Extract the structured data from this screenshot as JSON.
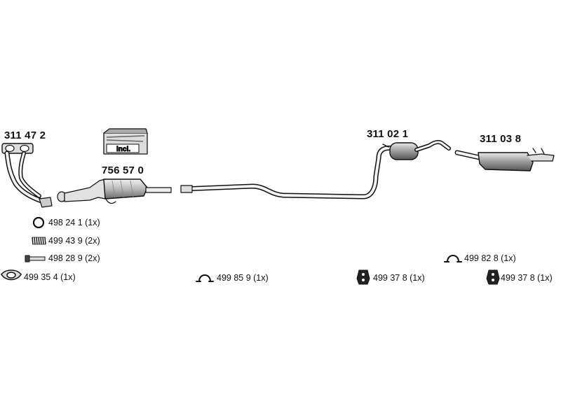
{
  "parts": {
    "manifold": {
      "number": "311 47 2"
    },
    "catalyst": {
      "number": "756 57 0",
      "kit_label": "incl."
    },
    "center_muffler": {
      "number": "311 02 1"
    },
    "rear_muffler": {
      "number": "311 03 8"
    }
  },
  "accessories": [
    {
      "code": "498 24 1 (1x)",
      "icon": "ring-gasket-icon"
    },
    {
      "code": "499 43 9 (2x)",
      "icon": "spring-icon"
    },
    {
      "code": "498 28 9 (2x)",
      "icon": "bolt-icon"
    },
    {
      "code": "499 35 4 (1x)",
      "icon": "flange-gasket-icon"
    },
    {
      "code": "499 85 9 (1x)",
      "icon": "clamp-icon"
    },
    {
      "code": "499 37 8 (1x)",
      "icon": "rubber-mount-icon"
    },
    {
      "code": "499 82 8 (1x)",
      "icon": "clamp-icon"
    },
    {
      "code": "499 37 8 (1x)",
      "icon": "rubber-mount-icon"
    }
  ],
  "colors": {
    "line": "#111111",
    "fill_light": "#e6e6e6",
    "fill_mid": "#b5b5b5",
    "fill_dark": "#6e6e6e"
  }
}
